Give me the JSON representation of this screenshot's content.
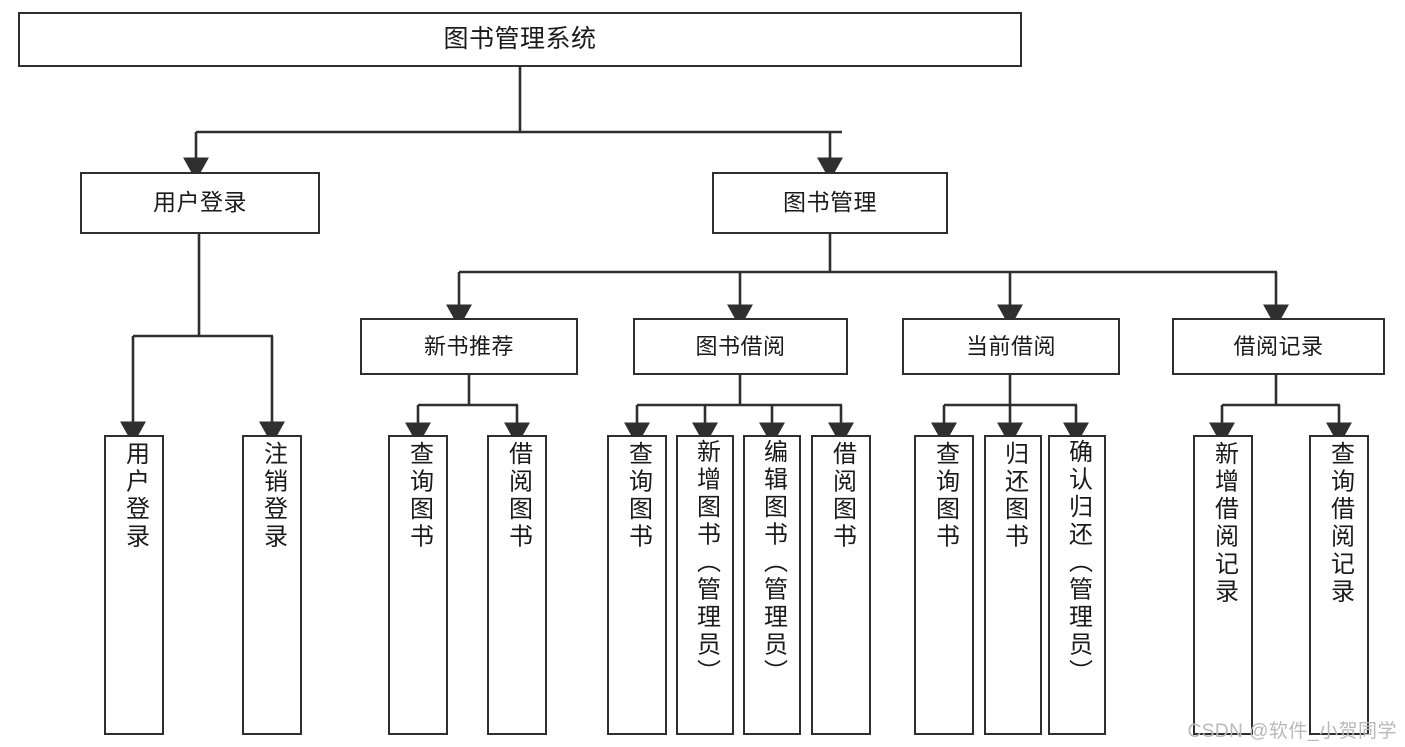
{
  "diagram": {
    "type": "tree-hierarchy-chart",
    "title": "图书管理系统",
    "colors": {
      "stroke": "#2f2f2f",
      "box_fill": "#ffffff",
      "text": "#1a1a1a",
      "background": "#ffffff",
      "watermark": "#b9b9b9"
    },
    "levels": {
      "root": {
        "label": "图书管理系统"
      },
      "level1": [
        {
          "label": "用户登录"
        },
        {
          "label": "图书管理"
        }
      ],
      "level2": [
        {
          "label": "新书推荐"
        },
        {
          "label": "图书借阅"
        },
        {
          "label": "当前借阅"
        },
        {
          "label": "借阅记录"
        }
      ],
      "leaves": {
        "user_login": [
          {
            "label": "用户登录"
          },
          {
            "label": "注销登录"
          }
        ],
        "new_book_recommend": [
          {
            "label": "查询图书"
          },
          {
            "label": "借阅图书"
          }
        ],
        "book_borrow": [
          {
            "label": "查询图书"
          },
          {
            "label": "新增图书（管理员）"
          },
          {
            "label": "编辑图书（管理员）"
          },
          {
            "label": "借阅图书"
          }
        ],
        "current_borrow": [
          {
            "label": "查询图书"
          },
          {
            "label": "归还图书"
          },
          {
            "label": "确认归还（管理员）"
          }
        ],
        "borrow_record": [
          {
            "label": "新增借阅记录"
          },
          {
            "label": "查询借阅记录"
          }
        ]
      }
    }
  },
  "watermark": {
    "text": "CSDN @软件_小贺同学"
  }
}
